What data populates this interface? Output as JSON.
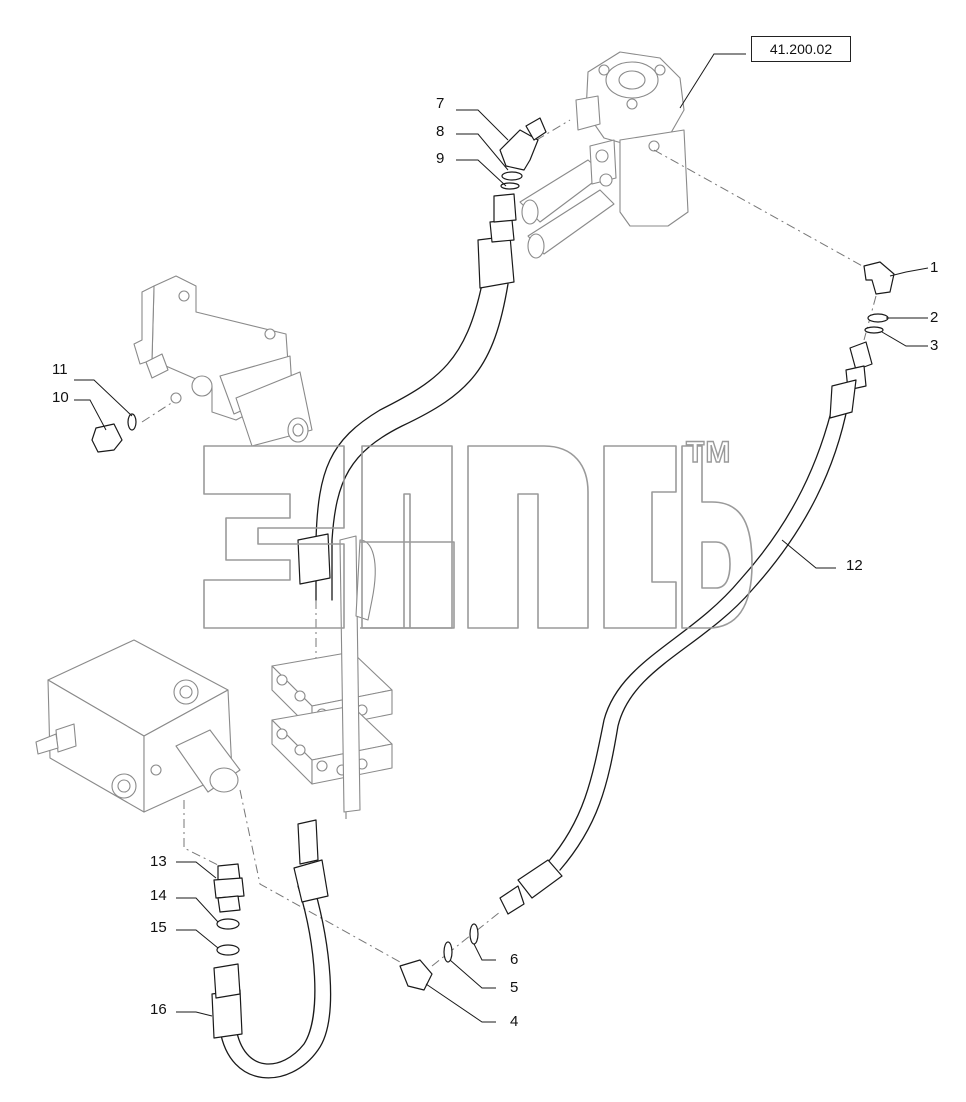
{
  "reference": {
    "section": "41.200.02"
  },
  "callouts": {
    "c1": "1",
    "c2": "2",
    "c3": "3",
    "c4": "4",
    "c5": "5",
    "c6": "6",
    "c7": "7",
    "c8": "8",
    "c9": "9",
    "c10": "10",
    "c11": "11",
    "c12": "12",
    "c13": "13",
    "c14": "14",
    "c15": "15",
    "c16": "16"
  },
  "watermark": {
    "trademark": "TM"
  }
}
